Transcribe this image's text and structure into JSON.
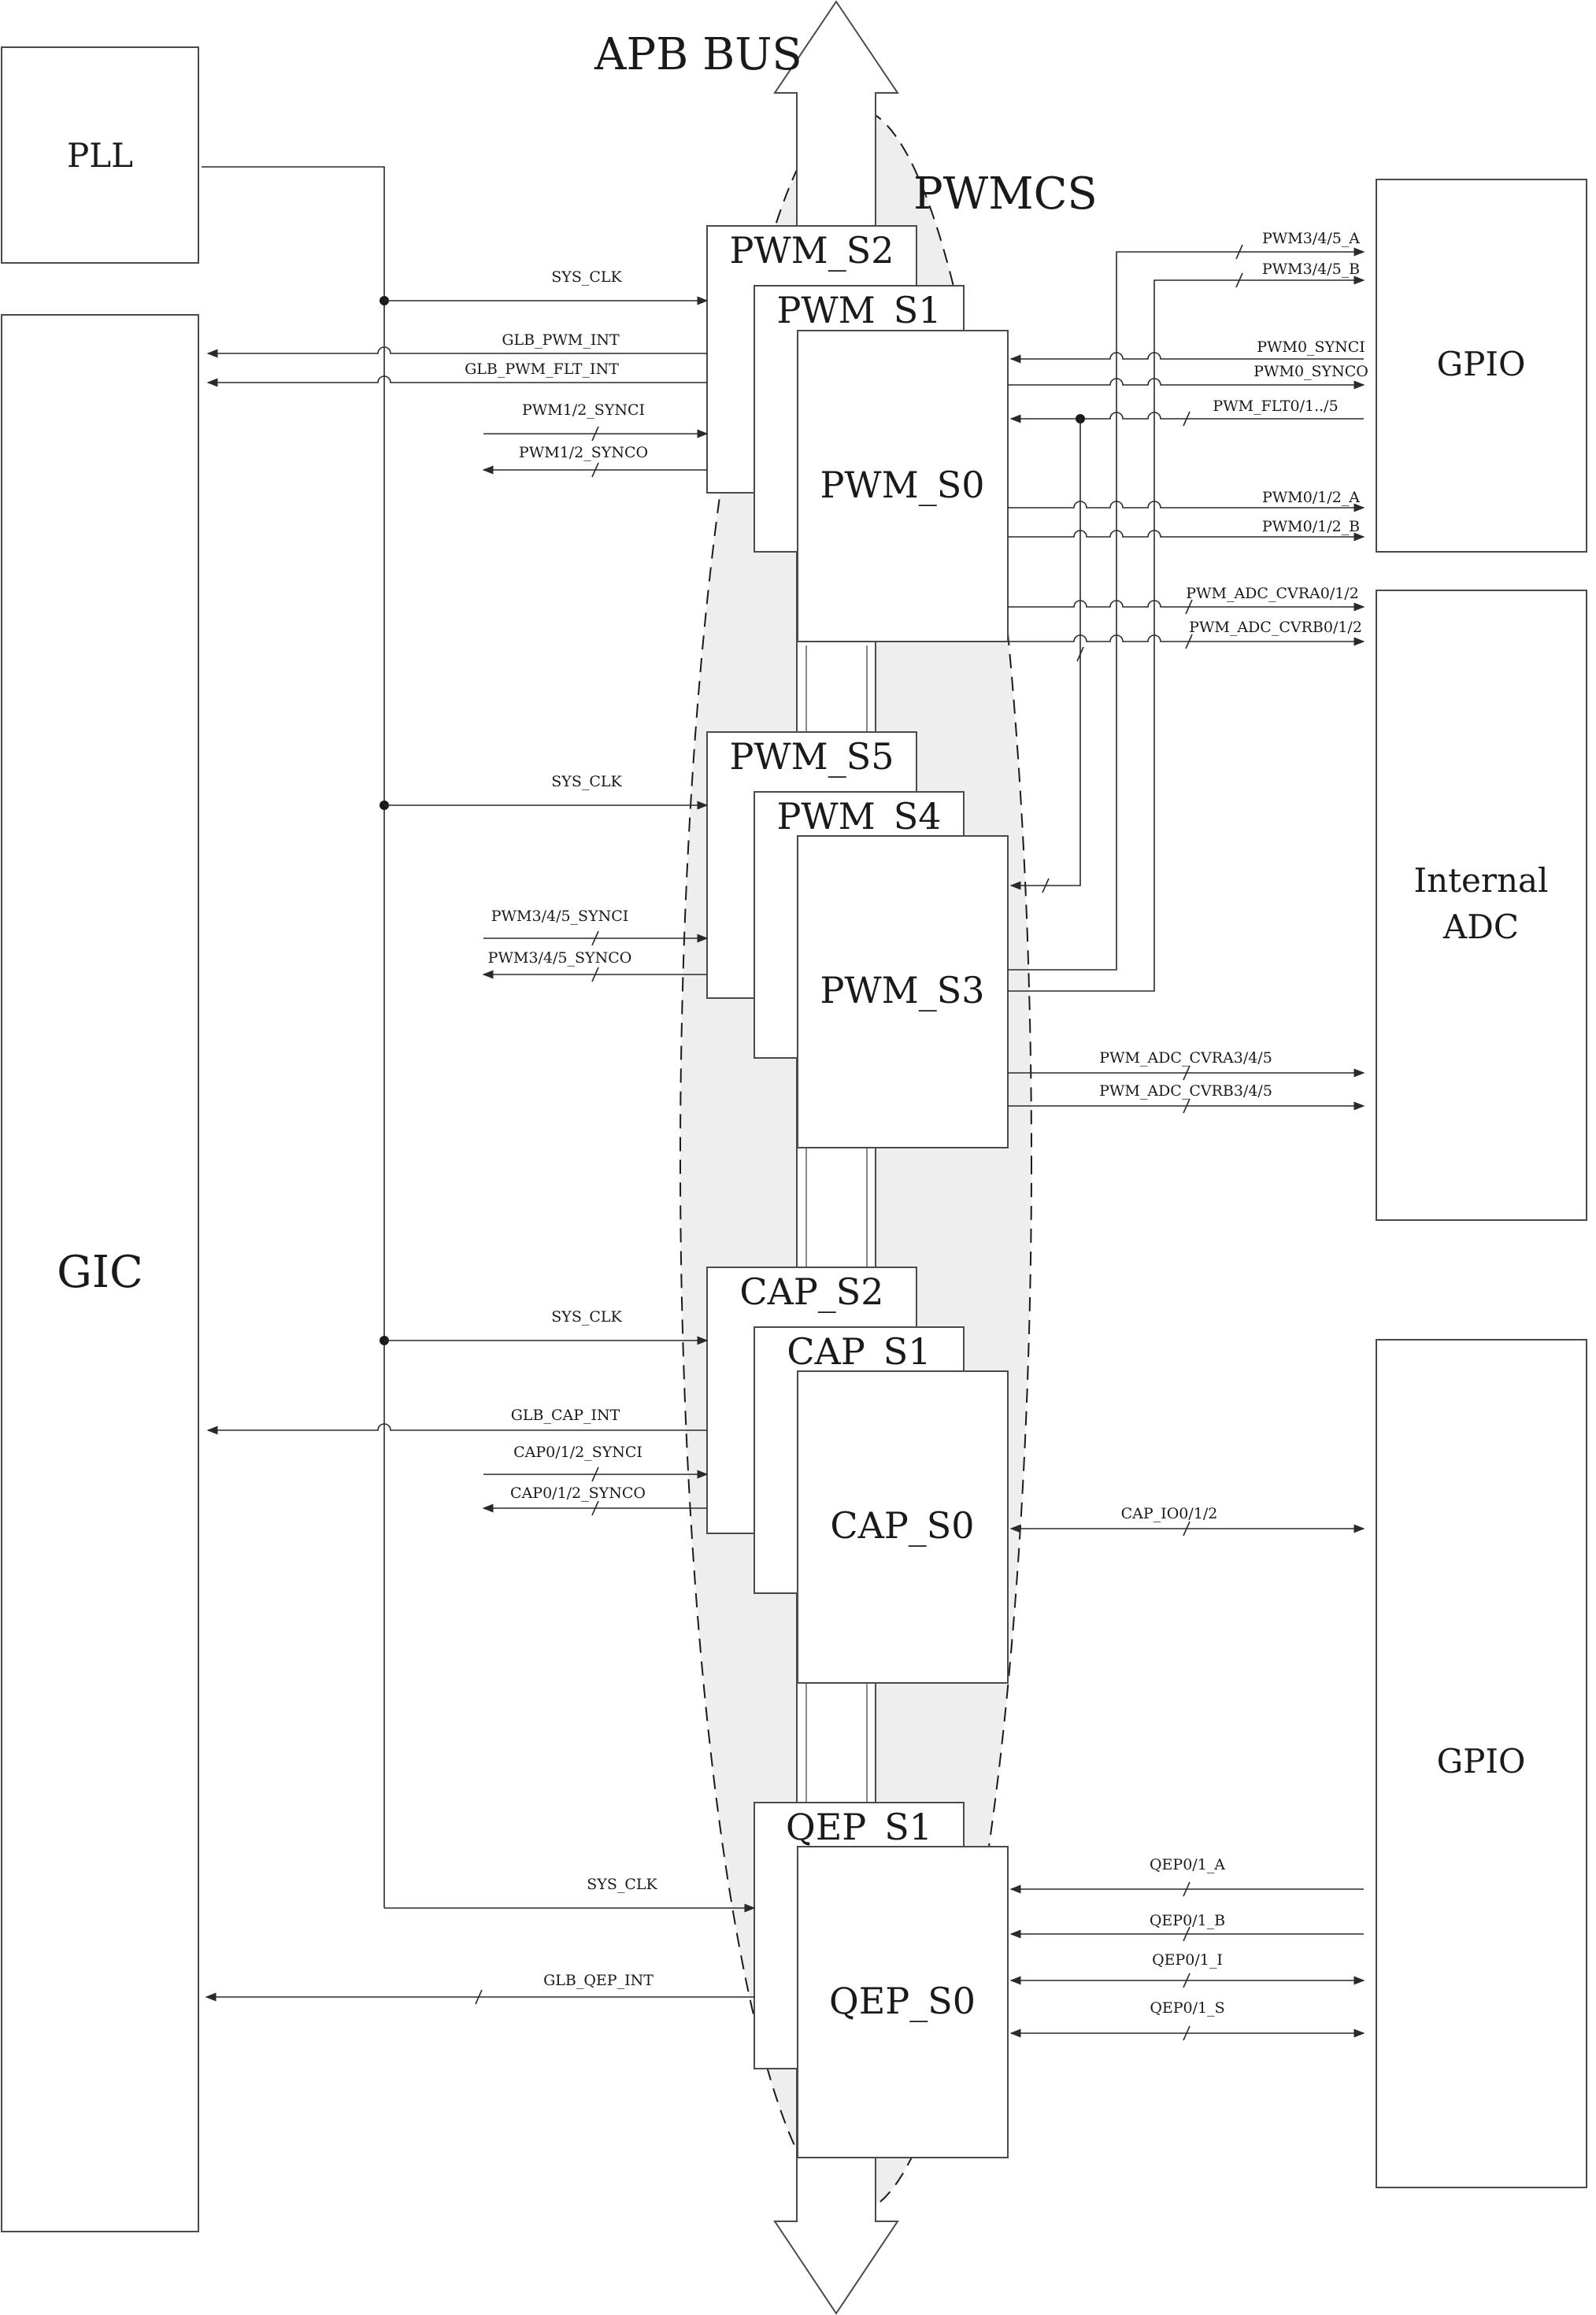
{
  "titles": {
    "apb_bus": "APB BUS",
    "pwmcs": "PWMCS"
  },
  "blocks": {
    "pll": "PLL",
    "gic": "GIC",
    "gpio_top": "GPIO",
    "adc_line1": "Internal",
    "adc_line2": "ADC",
    "gpio_bottom": "GPIO",
    "pwm_s2": "PWM_S2",
    "pwm_s1": "PWM_S1",
    "pwm_s0": "PWM_S0",
    "pwm_s5": "PWM_S5",
    "pwm_s4": "PWM_S4",
    "pwm_s3": "PWM_S3",
    "cap_s2": "CAP_S2",
    "cap_s1": "CAP_S1",
    "cap_s0": "CAP_S0",
    "qep_s1": "QEP_S1",
    "qep_s0": "QEP_S0"
  },
  "signals": {
    "sys_clk_1": "SYS_CLK",
    "glb_pwm_int": "GLB_PWM_INT",
    "glb_pwm_flt_int": "GLB_PWM_FLT_INT",
    "pwm12_synci": "PWM1/2_SYNCI",
    "pwm12_synco": "PWM1/2_SYNCO",
    "pwm345_a": "PWM3/4/5_A",
    "pwm345_b": "PWM3/4/5_B",
    "pwm0_synci": "PWM0_SYNCI",
    "pwm0_synco": "PWM0_SYNCO",
    "pwm_flt0": "PWM_FLT0/1../5",
    "pwm012_a": "PWM0/1/2_A",
    "pwm012_b": "PWM0/1/2_B",
    "pwm_adc_cvra012": "PWM_ADC_CVRA0/1/2",
    "pwm_adc_cvrb012": "PWM_ADC_CVRB0/1/2",
    "sys_clk_2": "SYS_CLK",
    "pwm345_synci": "PWM3/4/5_SYNCI",
    "pwm345_synco": "PWM3/4/5_SYNCO",
    "pwm_adc_cvra345": "PWM_ADC_CVRA3/4/5",
    "pwm_adc_cvrb345": "PWM_ADC_CVRB3/4/5",
    "sys_clk_3": "SYS_CLK",
    "glb_cap_int": "GLB_CAP_INT",
    "cap012_synci": "CAP0/1/2_SYNCI",
    "cap012_synco": "CAP0/1/2_SYNCO",
    "cap_io012": "CAP_IO0/1/2",
    "sys_clk_4": "SYS_CLK",
    "glb_qep_int": "GLB_QEP_INT",
    "qep01_a": "QEP0/1_A",
    "qep01_b": "QEP0/1_B",
    "qep01_i": "QEP0/1_I",
    "qep01_s": "QEP0/1_S"
  }
}
